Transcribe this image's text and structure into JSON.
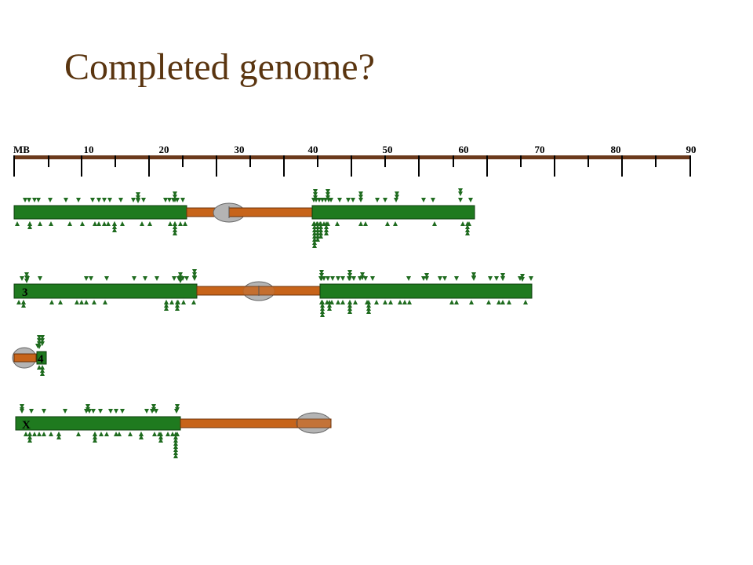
{
  "slide": {
    "title": "Completed genome?"
  },
  "colors": {
    "title": "#5a3510",
    "scale_bar": "#6b3a1c",
    "euchromatin": "#1f7a1f",
    "heterochromatin": "#c7641a",
    "centromere": "#b4b4b4",
    "marker": "#1f6b1f"
  },
  "scale": {
    "unit_label": "MB",
    "tick_labels": [
      "10",
      "20",
      "30",
      "40",
      "50",
      "60",
      "70",
      "80",
      "90"
    ]
  },
  "chromosomes": [
    {
      "id": "chrom-2",
      "label": "",
      "visible_label": false
    },
    {
      "id": "chrom-3",
      "label": "3",
      "visible_label": true
    },
    {
      "id": "chrom-4",
      "label": "4",
      "visible_label": true
    },
    {
      "id": "chrom-x",
      "label": "X",
      "visible_label": true
    }
  ],
  "legend_markers": {
    "upper_marker_icon": "down-triangle-icon",
    "lower_marker_icon": "up-triangle-icon",
    "centromere_icon": "oval-icon"
  }
}
